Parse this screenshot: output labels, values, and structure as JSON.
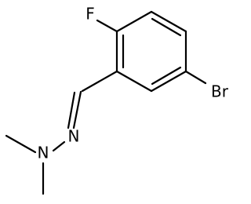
{
  "structure": {
    "atoms": {
      "fluorine": "F",
      "bromine": "Br",
      "nitrogen_imine": "N",
      "nitrogen_amine": "N"
    },
    "colors": {
      "bond": "#000000",
      "label": "#000000",
      "background": "#ffffff"
    }
  }
}
